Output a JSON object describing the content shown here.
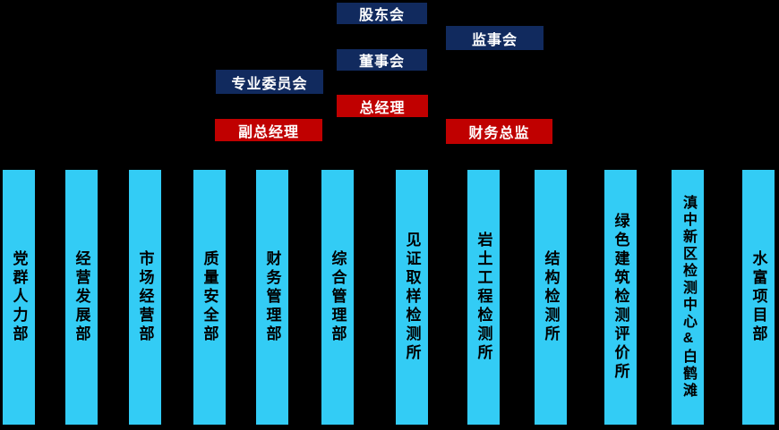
{
  "org_chart": {
    "top_boxes": [
      {
        "label": "股东会",
        "level": "governance"
      },
      {
        "label": "监事会",
        "level": "governance"
      },
      {
        "label": "董事会",
        "level": "governance"
      },
      {
        "label": "专业委员会",
        "level": "governance"
      },
      {
        "label": "总经理",
        "level": "executive"
      },
      {
        "label": "副总经理",
        "level": "executive"
      },
      {
        "label": "财务总监",
        "level": "executive"
      }
    ],
    "departments": [
      {
        "label": "党群人力部"
      },
      {
        "label": "经营发展部"
      },
      {
        "label": "市场经营部"
      },
      {
        "label": "质量安全部"
      },
      {
        "label": "财务管理部"
      },
      {
        "label": "综合管理部"
      },
      {
        "label": "见证取样检测所"
      },
      {
        "label": "岩土工程检测所"
      },
      {
        "label": "结构检测所"
      },
      {
        "label": "绿色建筑检测评价所"
      },
      {
        "label": "滇中新区检测中心&白鹤滩"
      },
      {
        "label": "水富项目部"
      }
    ],
    "colors": {
      "navy": "#112A5E",
      "red": "#C00000",
      "cyan": "#33CCF5",
      "background": "#000000",
      "top_box_text": "#FFFFFF",
      "column_text": "#000000"
    }
  }
}
